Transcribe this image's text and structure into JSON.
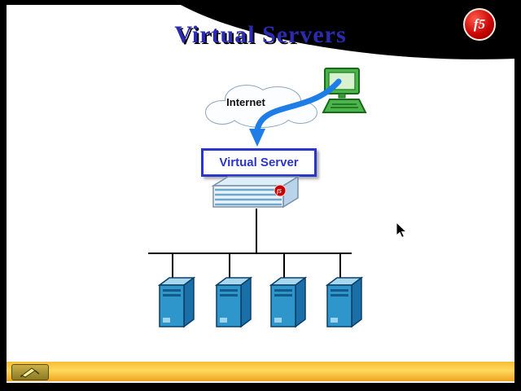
{
  "title": "Virtual Servers",
  "logo": {
    "text": "f5"
  },
  "diagram": {
    "internet_label": "Internet",
    "virtual_server_label": "Virtual Server",
    "server_count": 4
  },
  "colors": {
    "title": "#2b2bb0",
    "accent_blue": "#2a36c8",
    "arrow": "#1e7de6",
    "server_front": "#2f96cc",
    "bar_gradient_top": "#f7bd35",
    "bar_gradient_bottom": "#eda21f",
    "logo_red": "#c40000"
  },
  "icons": {
    "cloud": "cloud-icon",
    "client_computer": "client-computer-icon",
    "curved_arrow": "curved-arrow-icon",
    "load_balancer": "load-balancer-appliance-icon",
    "server_tower": "server-tower-icon",
    "pen_tool": "pen-tool-icon",
    "cursor": "mouse-cursor-icon",
    "f5_logo": "f5-logo"
  }
}
